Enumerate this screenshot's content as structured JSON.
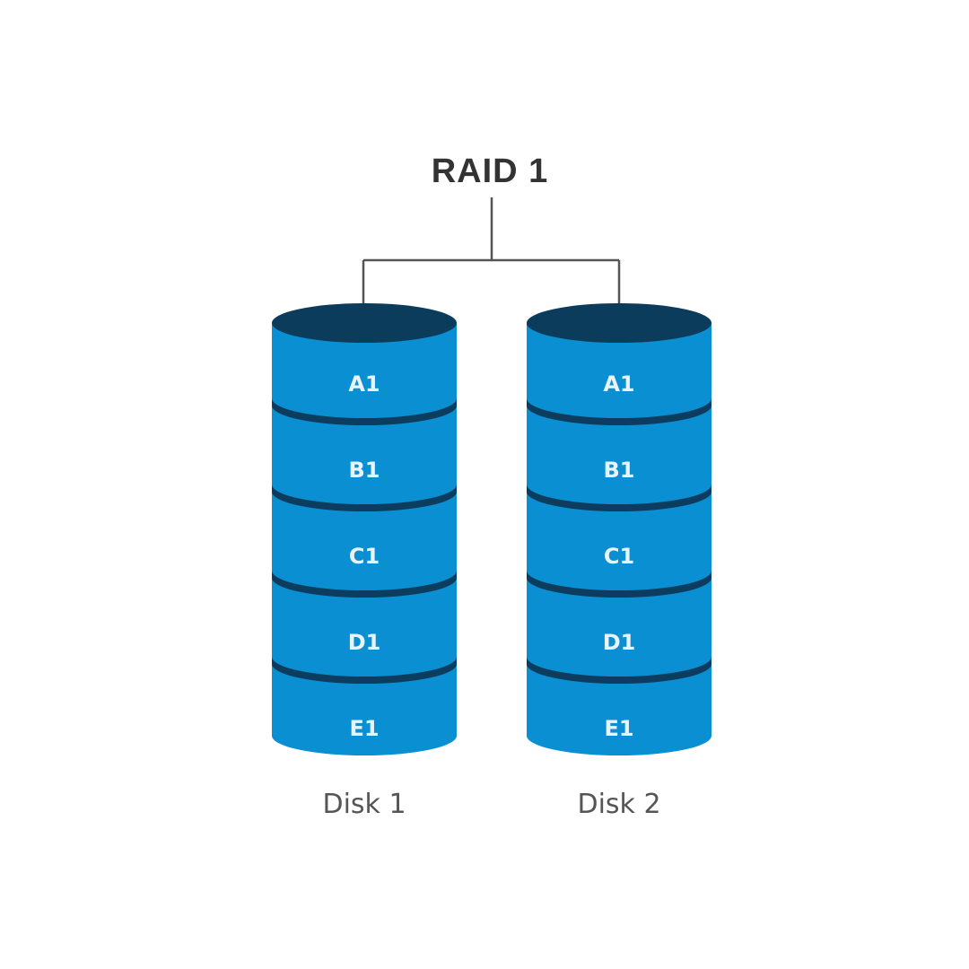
{
  "title": "RAID 1",
  "colors": {
    "block_fill": "#0a8fd3",
    "block_shadow": "#0777b5",
    "block_separator": "#0d3d5e",
    "disk_top": "#0c3c5c",
    "connector": "#555555",
    "label_text": "#e8f3fb"
  },
  "disks": [
    {
      "label": "Disk 1",
      "blocks": [
        "A1",
        "B1",
        "C1",
        "D1",
        "E1"
      ]
    },
    {
      "label": "Disk 2",
      "blocks": [
        "A1",
        "B1",
        "C1",
        "D1",
        "E1"
      ]
    }
  ]
}
